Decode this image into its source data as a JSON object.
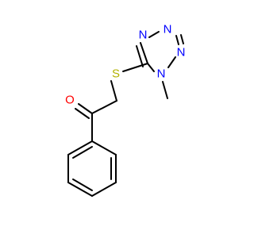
{
  "colors": {
    "bond": "#000000",
    "nitrogen": "#0000ff",
    "oxygen": "#ff0000",
    "sulfur": "#b2b200",
    "background": "#ffffff"
  },
  "atoms": {
    "n_ring_top_left": "N",
    "n_ring_top_right": "N",
    "n_ring_right": "N",
    "n_ring_methyl": "N",
    "sulfur": "S",
    "oxygen": "O"
  }
}
